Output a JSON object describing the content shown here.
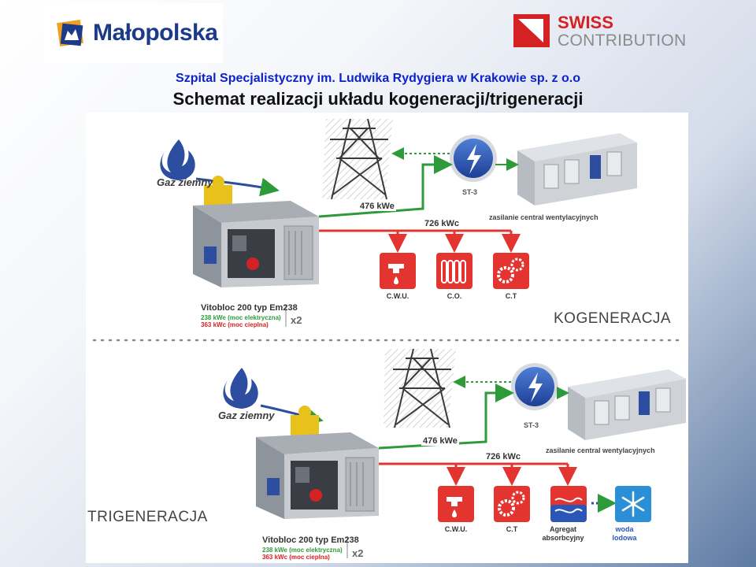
{
  "header": {
    "logo_left_text": "Małopolska",
    "logo_right_line1": "SWISS",
    "logo_right_line2": "CONTRIBUTION",
    "subtitle": "Szpital Specjalistyczny im. Ludwika Rydygiera w Krakowie sp. z o.o",
    "title": "Schemat realizacji układu kogeneracji/trigeneracji"
  },
  "colors": {
    "subtitle": "#0c23c8",
    "accent_red": "#e3342f",
    "flow_green": "#2e9b3a",
    "flame_blue": "#2d4ea0",
    "globe_blue": "#2a56b8"
  },
  "kogeneracja": {
    "gas_label": "Gaz ziemny",
    "power_label": "476 kWe",
    "heat_label": "726 kWc",
    "station_label": "ST-3",
    "ventilation_label": "zasilanie central wentylacyjnych",
    "icons": [
      {
        "icon": "tap-water-icon",
        "label": "C.W.U."
      },
      {
        "icon": "radiator-icon",
        "label": "C.O."
      },
      {
        "icon": "gears-icon",
        "label": "C.T"
      }
    ],
    "unit_name": "Vitobloc 200 typ Em238",
    "unit_electric": "238 kWe (moc elektryczna)",
    "unit_heat": "363 kWc (moc cieplna)",
    "multiplier": "x2",
    "section_label": "KOGENERACJA"
  },
  "trigeneracja": {
    "gas_label": "Gaz ziemny",
    "power_label": "476 kWe",
    "heat_label": "726 kWc",
    "station_label": "ST-3",
    "ventilation_label": "zasilanie central wentylacyjnych",
    "icons": [
      {
        "icon": "tap-water-icon",
        "label": "C.W.U."
      },
      {
        "icon": "gears-icon",
        "label": "C.T"
      },
      {
        "icon": "absorption-chiller-icon",
        "label": "Agregat absorbcyjny"
      },
      {
        "icon": "snowflake-icon",
        "label": "woda lodowa"
      }
    ],
    "unit_name": "Vitobloc 200 typ Em238",
    "unit_electric": "238 kWe (moc elektryczna)",
    "unit_heat": "363 kWc (moc cieplna)",
    "multiplier": "x2",
    "section_label": "TRIGENERACJA"
  }
}
